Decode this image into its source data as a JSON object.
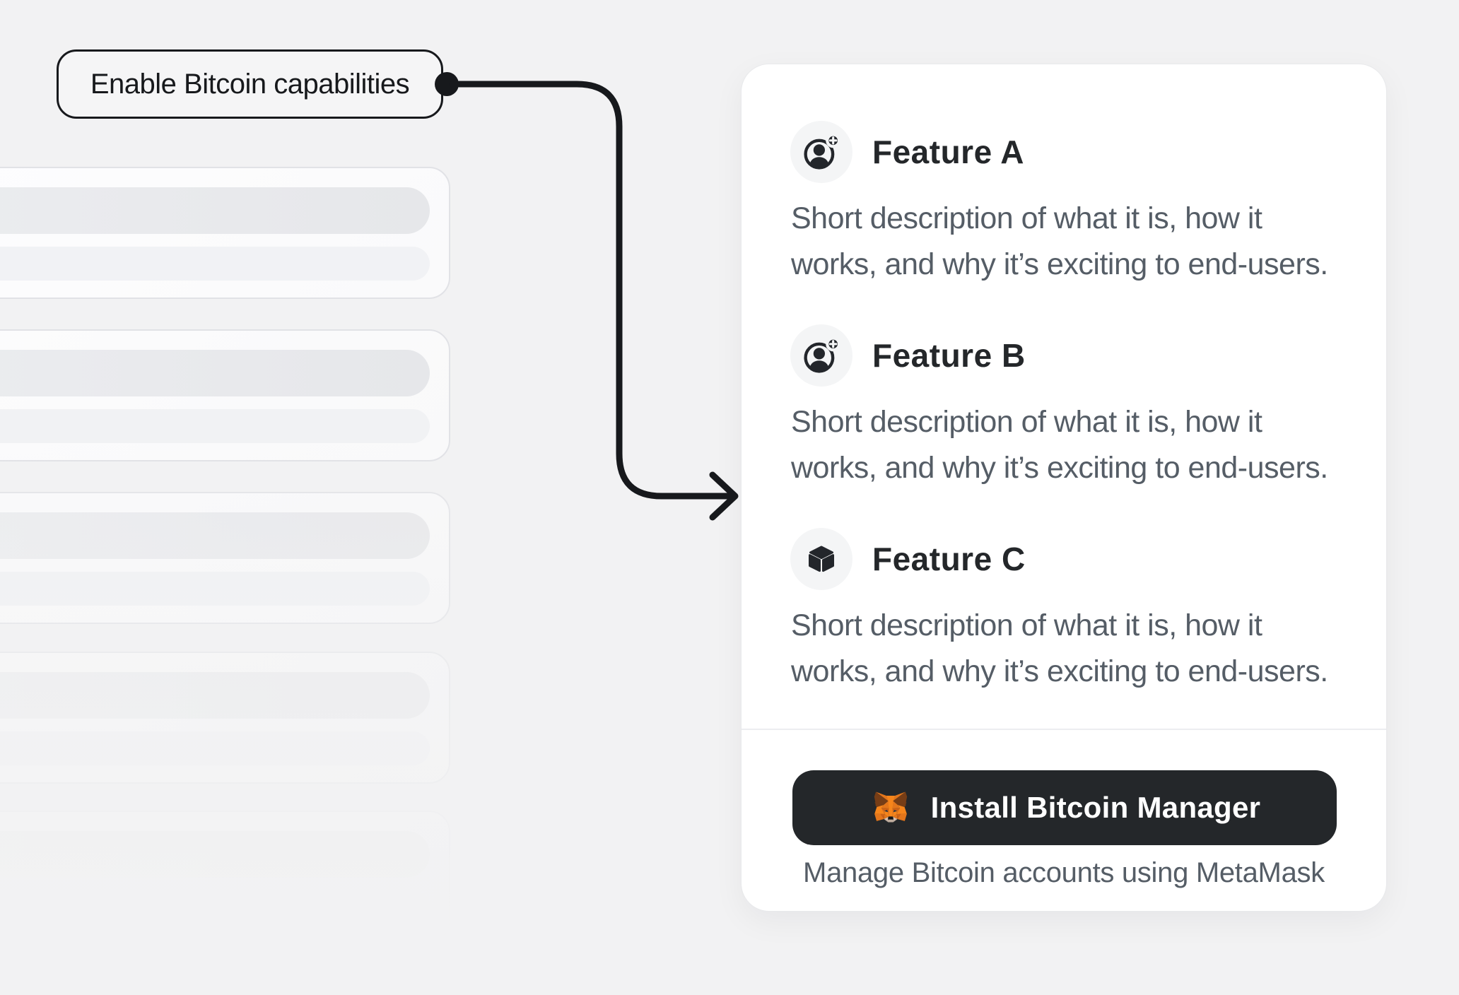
{
  "annotation": {
    "label": "Enable Bitcoin capabilities"
  },
  "panel": {
    "features": [
      {
        "title": "Feature A",
        "icon": "account-add-icon",
        "description": "Short description of what it is, how it\nworks, and why it’s exciting to end-users."
      },
      {
        "title": "Feature B",
        "icon": "account-add-icon",
        "description": "Short description of what it is, how it\nworks, and why it’s exciting to end-users."
      },
      {
        "title": "Feature C",
        "icon": "cube-icon",
        "description": "Short description of what it is, how it\nworks, and why it’s exciting to end-users."
      }
    ],
    "install": {
      "button_label": "Install Bitcoin Manager",
      "button_icon": "metamask-fox-icon",
      "caption": "Manage Bitcoin accounts using MetaMask"
    }
  },
  "skeleton": {
    "placeholder_card_count": 5
  },
  "colors": {
    "page_bg": "#f2f2f3",
    "annotation_ink": "#17191c",
    "title_ink": "#24272a",
    "body_gray": "#555d66",
    "button_bg": "#24272a",
    "fox_orange": "#f6851b"
  }
}
